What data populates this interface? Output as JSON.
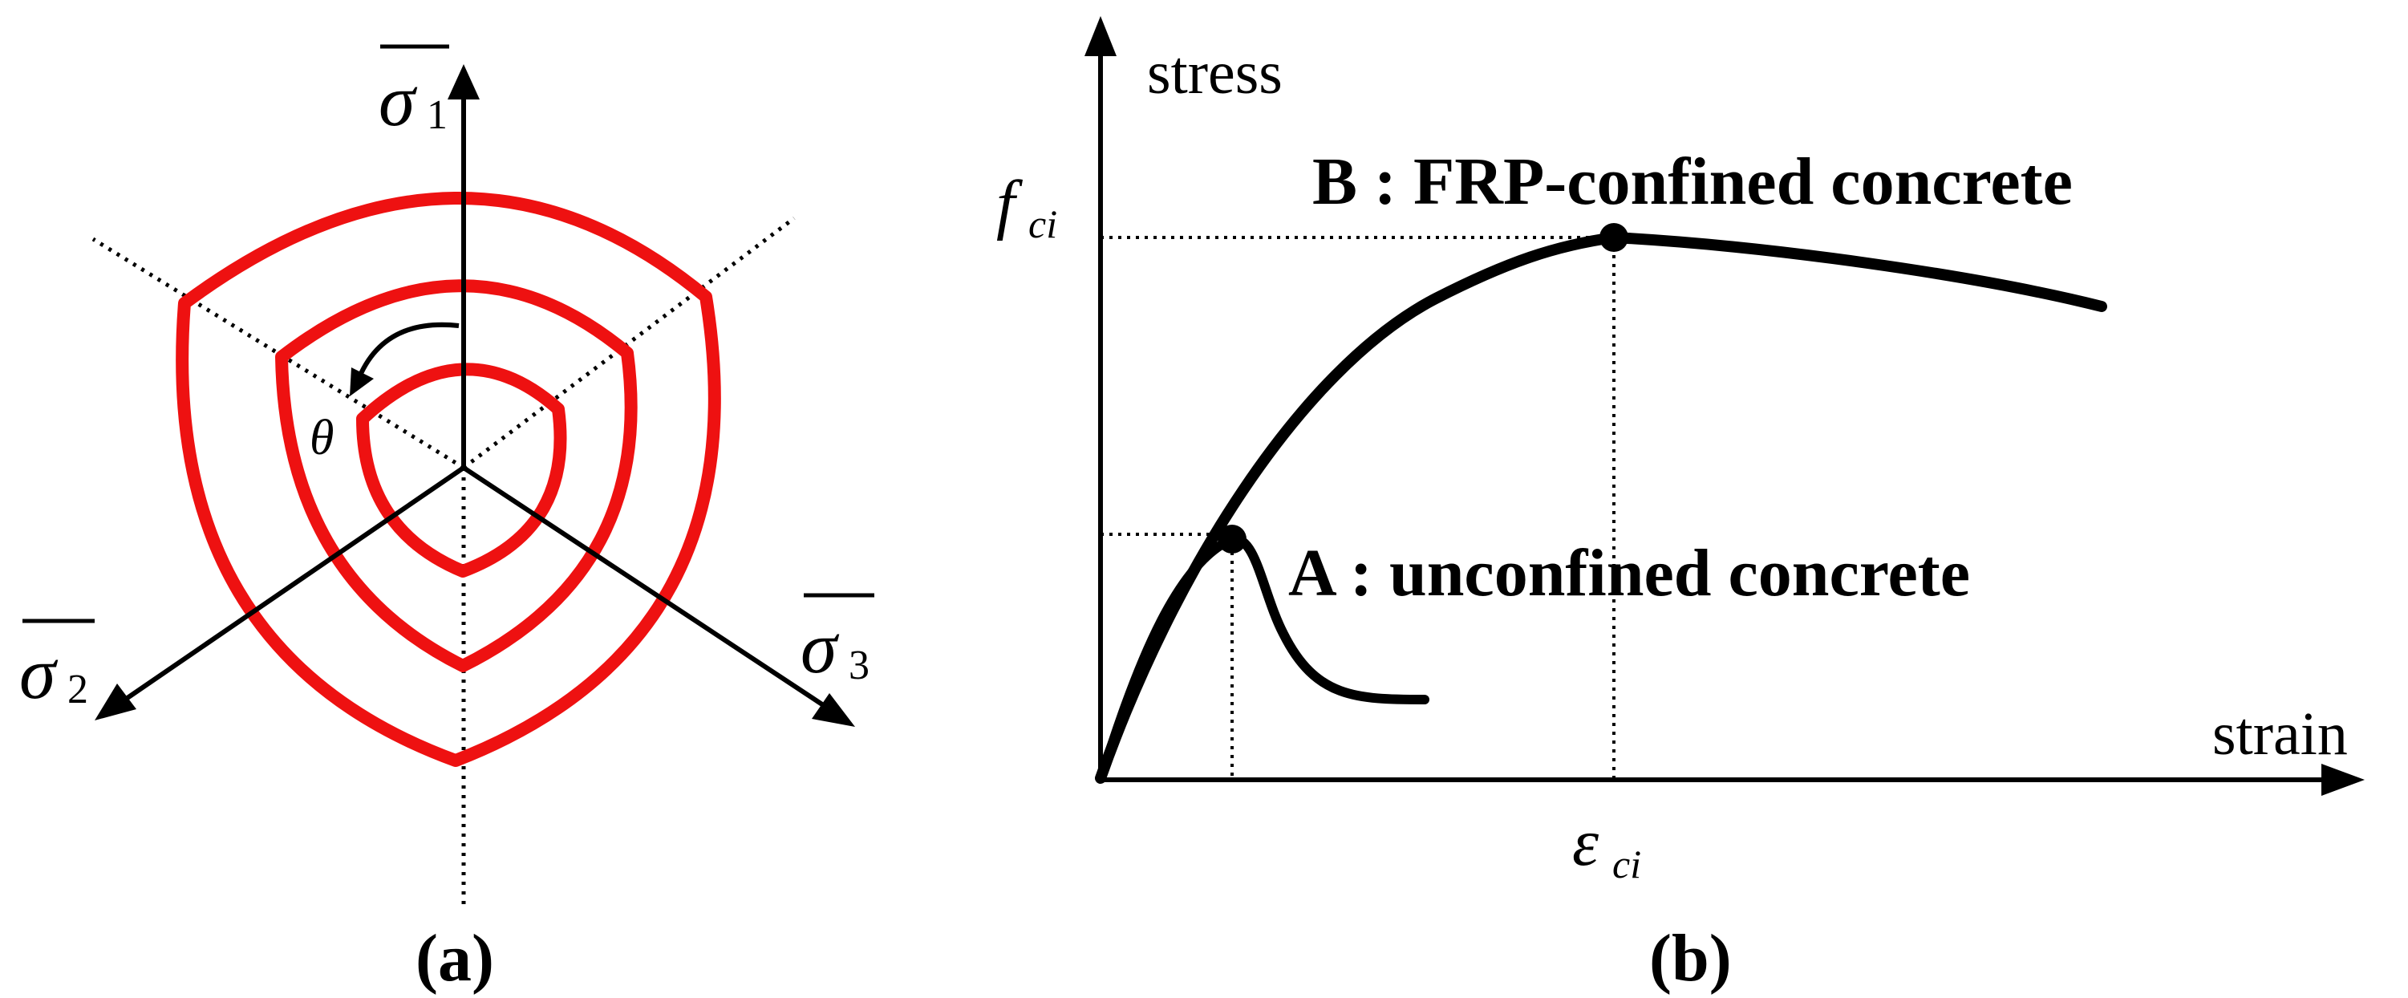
{
  "panel_a": {
    "caption": "(a)",
    "axis_labels": {
      "sigma1": {
        "symbol": "σ",
        "sub": "1"
      },
      "sigma2": {
        "symbol": "σ",
        "sub": "2"
      },
      "sigma3": {
        "symbol": "σ",
        "sub": "3"
      }
    },
    "angle_label": "θ",
    "colors": {
      "surface": "#ee1111",
      "axis": "#000000"
    }
  },
  "panel_b": {
    "caption": "(b)",
    "xlabel": "strain",
    "ylabel": "stress",
    "peak_stress_label": {
      "symbol": "f",
      "sub": "ci"
    },
    "peak_strain_label": {
      "symbol": "ε",
      "sub": "ci"
    },
    "curve_a_label": "A : unconfined concrete",
    "curve_b_label": "B : FRP-confined concrete",
    "colors": {
      "curve": "#000000"
    }
  }
}
